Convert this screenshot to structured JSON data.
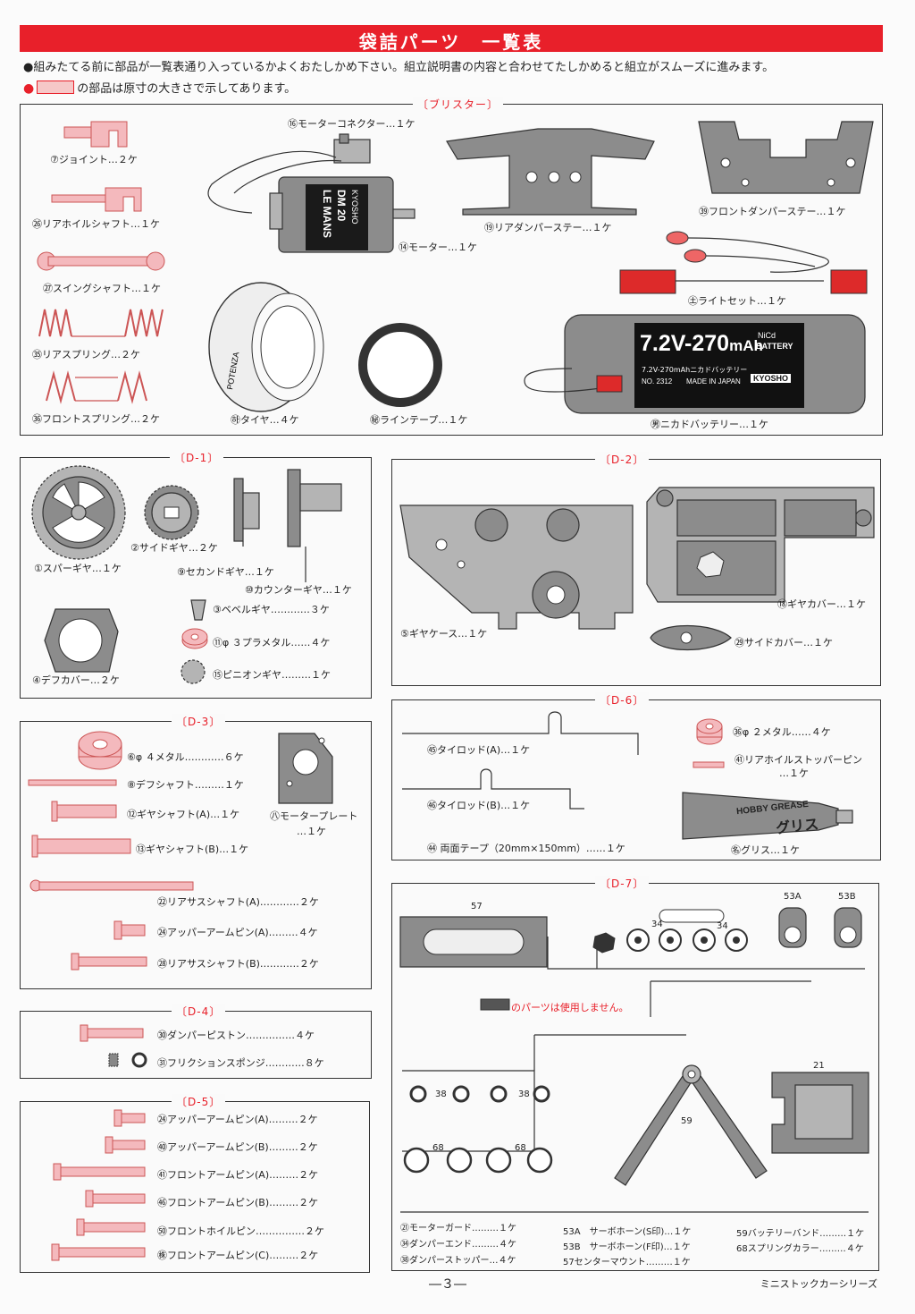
{
  "header": {
    "title": "袋詰パーツ　一覧表",
    "note1": "●組みたてる前に部品が一覧表通り入っているかよくおたしかめ下さい。組立説明書の内容と合わせてたしかめると組立がスムーズに進みます。",
    "note2_bullet": "●",
    "note2": "の部品は原寸の大きさで示してあります。"
  },
  "blister": {
    "title": "〔ブリスター〕",
    "items": {
      "p7": "⑦ジョイント…２ケ",
      "p26": "㉖リアホイルシャフト…１ケ",
      "p27": "㉗スイングシャフト…１ケ",
      "p35": "㉟リアスプリング…２ケ",
      "p36": "㊱フロントスプリング…２ケ",
      "p16": "⑯モーターコネクター…１ケ",
      "p14": "⑭モーター…１ケ",
      "p19": "⑲リアダンパーステー…１ケ",
      "p39": "㊴フロントダンパーステー…１ケ",
      "p86": "㊏ライトセット…１ケ",
      "p64": "㉻タイヤ…４ケ",
      "p89": "㊙ラインテープ…１ケ",
      "p90": "㊚ニカドバッテリー…１ケ"
    },
    "motor_text": [
      "LE MANS",
      "DM 20",
      "KYOSHO"
    ],
    "tire_text": "POTENZA",
    "battery": {
      "big": "7.2V-270",
      "unit": "mAh",
      "nicd": "NiCd",
      "battery": "BATTERY",
      "line2": "7.2V-270mAhニカドバッテリー",
      "no": "NO. 2312",
      "made": "MADE IN JAPAN",
      "brand": "KYOSHO"
    }
  },
  "d1": {
    "title": "〔D-1〕",
    "items": {
      "p1": "①スパーギヤ…１ケ",
      "p2": "②サイドギヤ…２ケ",
      "p9": "⑨セカンドギヤ…１ケ",
      "p10": "⑩カウンターギヤ…１ケ",
      "p3": "③ベベルギヤ…………３ケ",
      "p11": "⑪φ ３プラメタル……４ケ",
      "p15": "⑮ピニオンギヤ………１ケ",
      "p4": "④デフカバー…２ケ"
    }
  },
  "d2": {
    "title": "〔D-2〕",
    "items": {
      "p5": "⑤ギヤケース…１ケ",
      "p18": "⑱ギヤカバー…１ケ",
      "p29": "㉙サイドカバー…１ケ"
    }
  },
  "d3": {
    "title": "〔D-3〕",
    "items": {
      "p6": "⑥φ ４メタル…………６ケ",
      "p8": "⑧デフシャフト………１ケ",
      "p12": "⑫ギヤシャフト(A)…１ケ",
      "p13": "⑬ギヤシャフト(B)…１ケ",
      "p81": "㊇モータープレート",
      "p81b": "…１ケ",
      "p22": "㉒リアサスシャフト(A)…………２ケ",
      "p24": "㉔アッパーアームピン(A)………４ケ",
      "p28": "㉘リアサスシャフト(B)…………２ケ"
    }
  },
  "d4": {
    "title": "〔D-4〕",
    "items": {
      "p30": "㉚ダンパーピストン……………４ケ",
      "p31": "㉛フリクションスポンジ…………８ケ"
    }
  },
  "d5": {
    "title": "〔D-5〕",
    "items": {
      "p24": "㉔アッパーアームピン(A)………２ケ",
      "p40": "㊵アッパーアームピン(B)………２ケ",
      "p41": "㊶フロントアームピン(A)………２ケ",
      "p46": "㊻フロントアームピン(B)………２ケ",
      "p50": "㊿フロントホイルピン……………２ケ",
      "p84": "㊑フロントアームピン(C)………２ケ"
    }
  },
  "d6": {
    "title": "〔D-6〕",
    "items": {
      "p55": "㊺タイロッド(A)…１ケ",
      "p56": "㊻タイロッド(B)…１ケ",
      "p54": "㊹ 両面テープ（20mm×150mm）……１ケ",
      "p61": "㊱φ ２メタル……４ケ",
      "p66": "㊶リアホイルストッパーピン",
      "p66b": "…１ケ",
      "p85": "㊔グリス…１ケ",
      "grease_a": "HOBBY GREASE",
      "grease_b": "グリス"
    }
  },
  "d7": {
    "title": "〔D-7〕",
    "unused": "のパーツは使用しません。",
    "callouts": {
      "n57": "57",
      "n34a": "34",
      "n34b": "34",
      "n53a": "53A",
      "n53b": "53B",
      "n21": "21",
      "n38": "38",
      "n68": "68",
      "n59": "59"
    },
    "list": {
      "a1": "㉑モーターガード………１ケ",
      "a2": "㉞ダンパーエンド………４ケ",
      "a3": "㊳ダンパーストッパー…４ケ",
      "b1": "53A　サーボホーン(S印)…１ケ",
      "b2": "53B　サーボホーン(F印)…１ケ",
      "b3": "57センターマウント………１ケ",
      "c1": "59バッテリーバンド………１ケ",
      "c2": "68スプリングカラー………４ケ"
    }
  },
  "footer": {
    "page": "―３―",
    "series": "ミニストックカーシリーズ"
  },
  "colors": {
    "accent_red": "#e8202a",
    "part_pink": "#f4b9bd",
    "part_gray": "#8c8c8c"
  }
}
